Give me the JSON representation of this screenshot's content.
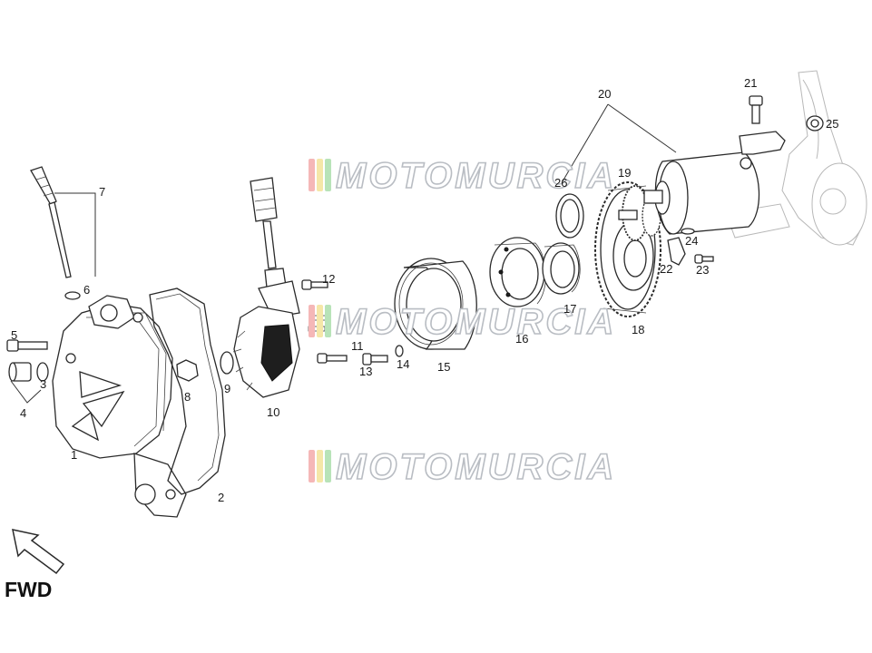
{
  "watermark": {
    "text": "MOTOMURCIA",
    "colors": [
      "#f5b7b7",
      "#f5e7a8",
      "#b8e3b8"
    ]
  },
  "direction": {
    "label": "FWD"
  },
  "callouts": [
    "1",
    "2",
    "3",
    "4",
    "5",
    "6",
    "7",
    "8",
    "9",
    "10",
    "11",
    "12",
    "13",
    "14",
    "15",
    "16",
    "17",
    "18",
    "19",
    "20",
    "21",
    "22",
    "23",
    "24",
    "25",
    "26"
  ]
}
